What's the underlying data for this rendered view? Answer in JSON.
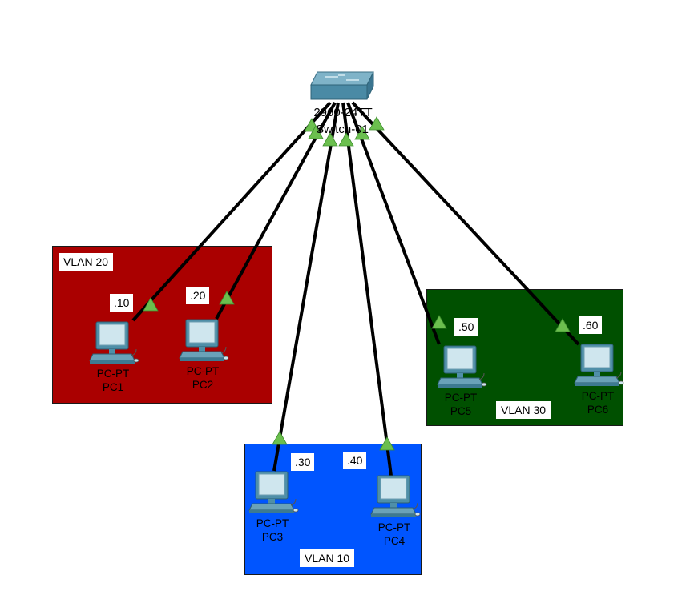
{
  "switch": {
    "model": "2960-24TT",
    "name": "Switch-01"
  },
  "vlans": [
    {
      "id": "vlan20",
      "label": "VLAN 20",
      "color": "#aa0000"
    },
    {
      "id": "vlan10",
      "label": "VLAN 10",
      "color": "#0055ff"
    },
    {
      "id": "vlan30",
      "label": "VLAN 30",
      "color": "#005000"
    }
  ],
  "pcs": [
    {
      "type": "PC-PT",
      "name": "PC1",
      "ip": ".10"
    },
    {
      "type": "PC-PT",
      "name": "PC2",
      "ip": ".20"
    },
    {
      "type": "PC-PT",
      "name": "PC3",
      "ip": ".30"
    },
    {
      "type": "PC-PT",
      "name": "PC4",
      "ip": ".40"
    },
    {
      "type": "PC-PT",
      "name": "PC5",
      "ip": ".50"
    },
    {
      "type": "PC-PT",
      "name": "PC6",
      "ip": ".60"
    }
  ],
  "colors": {
    "link": "#000000",
    "link_up": "#6bbf4e"
  }
}
